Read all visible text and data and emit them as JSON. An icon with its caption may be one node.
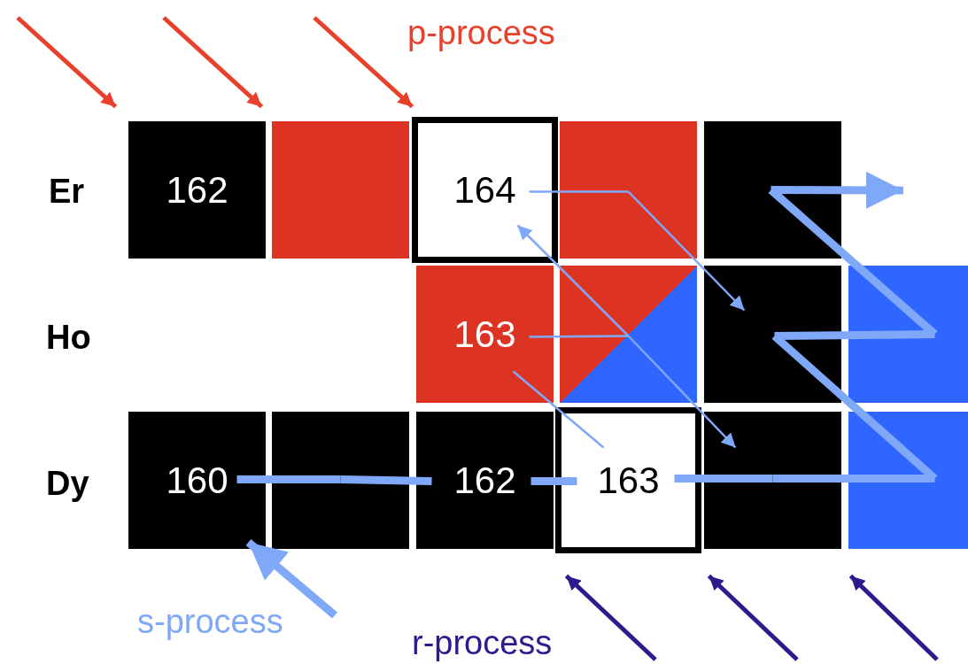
{
  "diagram": {
    "nodes": [
      {
        "text": [
          "162"
        ]
      },
      {
        "text": [],
        "shape": "box"
      },
      {
        "text": [
          "164"
        ]
      },
      {
        "text": [],
        "shape": "box"
      },
      {
        "text": [],
        "shape": "box"
      },
      {
        "text": [
          "163"
        ]
      },
      {
        "text": [],
        "shape": "box"
      },
      {
        "text": [],
        "shape": "box"
      },
      {
        "text": [],
        "shape": "box"
      },
      {
        "text": [
          "160"
        ]
      },
      {
        "text": [],
        "shape": "box"
      },
      {
        "text": [
          "162"
        ]
      },
      {
        "text": [
          "163"
        ]
      },
      {
        "text": [],
        "shape": "box"
      },
      {
        "text": [],
        "shape": "box"
      }
    ],
    "edges": [
      {
        "from": 9,
        "to": 10,
        "arrow": "none",
        "style": "thick"
      },
      {
        "from": 10,
        "to": 11,
        "arrow": "none",
        "style": "thick"
      },
      {
        "from": 11,
        "to": 12,
        "arrow": "none",
        "style": "thick"
      },
      {
        "from": 12,
        "to": 13,
        "arrow": "none",
        "style": "thick"
      },
      {
        "from": 13,
        "to": 14,
        "arrow": "none",
        "style": "thick"
      },
      {
        "from": 14,
        "to": 7,
        "arrow": "none",
        "style": "thick"
      },
      {
        "from": 7,
        "to": 8,
        "arrow": "none",
        "style": "thick"
      },
      {
        "from": 8,
        "to": 4,
        "arrow": "none",
        "style": "thick"
      },
      {
        "from": 4,
        "to": null,
        "arrow": "to",
        "style": "thick"
      },
      {
        "from": 2,
        "to": 3,
        "arrow": "none"
      },
      {
        "from": 3,
        "to": 7,
        "arrow": "to"
      },
      {
        "from": 5,
        "to": 6,
        "arrow": "none"
      },
      {
        "from": 6,
        "to": 2,
        "arrow": "to"
      },
      {
        "from": 6,
        "to": 13,
        "arrow": "to"
      },
      {
        "from": 12,
        "to": 5,
        "arrow": "none"
      },
      {
        "from": null,
        "to": 0,
        "arrow": "to",
        "color": "#e8402a"
      },
      {
        "from": null,
        "to": 1,
        "arrow": "to",
        "color": "#e8402a"
      },
      {
        "from": null,
        "to": 2,
        "arrow": "to",
        "color": "#e8402a"
      },
      {
        "from": null,
        "to": 9,
        "arrow": "to",
        "style": "thick"
      },
      {
        "from": null,
        "to": 12,
        "arrow": "to",
        "color": "#2e1a8c"
      },
      {
        "from": null,
        "to": 13,
        "arrow": "to",
        "color": "#2e1a8c"
      },
      {
        "from": null,
        "to": 14,
        "arrow": "to",
        "color": "#2e1a8c"
      }
    ],
    "labels": [
      "p-process",
      "Er",
      "Ho",
      "Dy",
      "s-process",
      "r-process"
    ]
  }
}
